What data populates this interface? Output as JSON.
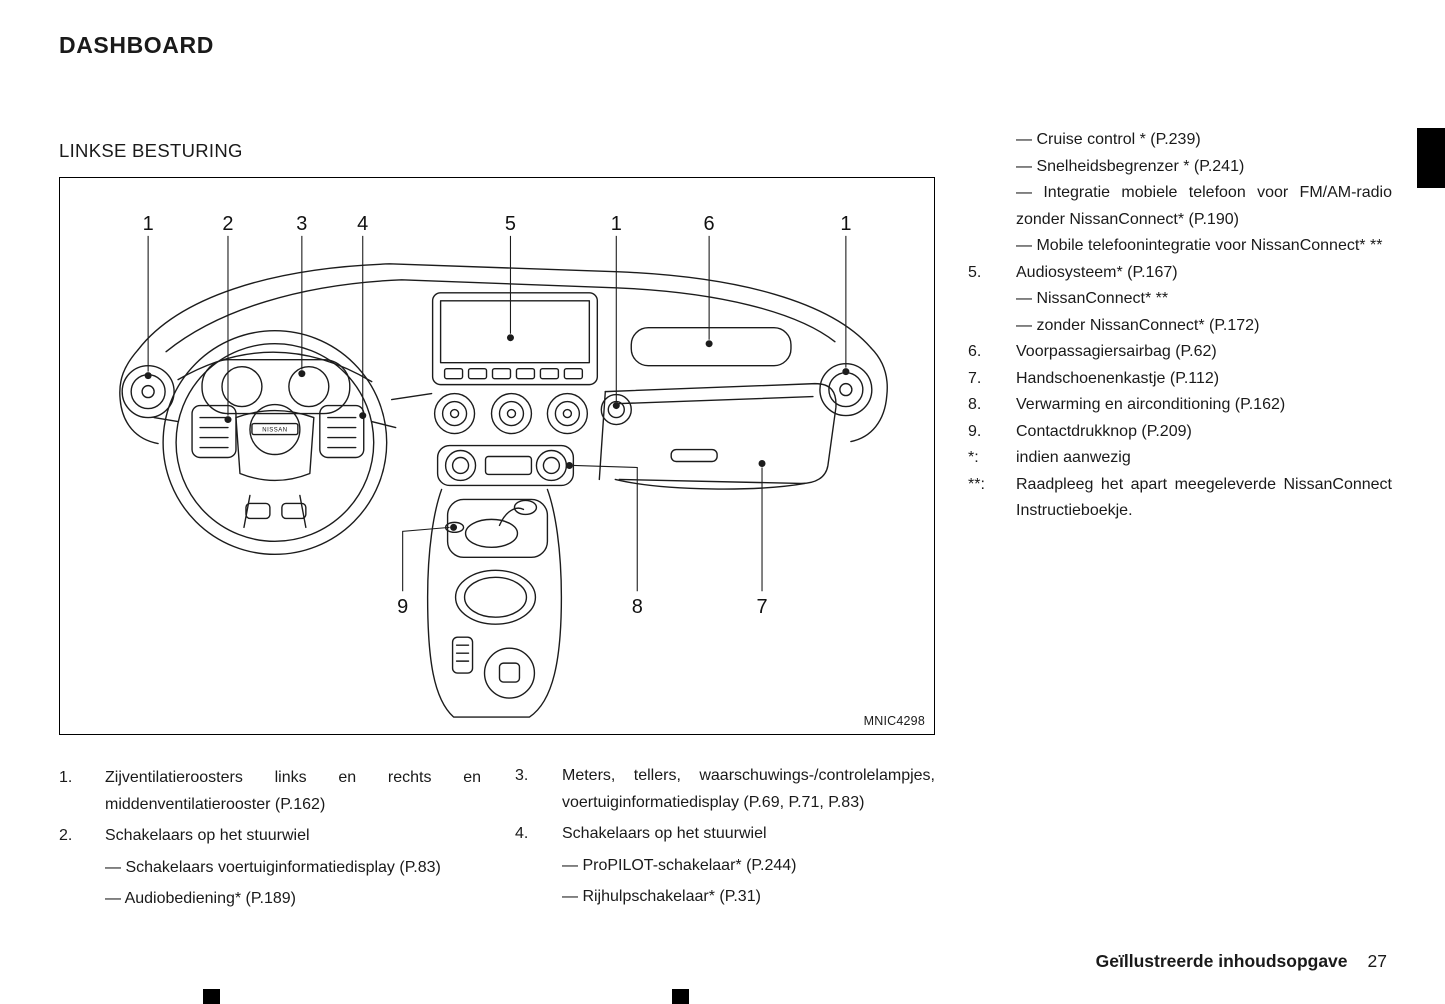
{
  "page": {
    "title": "DASHBOARD",
    "section_heading": "LINKSE BESTURING",
    "footer_label": "Geïllustreerde inhoudsopgave",
    "footer_page": "27"
  },
  "figure": {
    "code": "MNIC4298",
    "wheel_badge": "NISSAN",
    "callouts": [
      "1",
      "2",
      "3",
      "4",
      "5",
      "1",
      "6",
      "1",
      "9",
      "8",
      "7"
    ]
  },
  "right_list": {
    "items": [
      {
        "marker": "",
        "text": "— Cruise control * (P.239)"
      },
      {
        "marker": "",
        "text": "— Snelheidsbegrenzer * (P.241)"
      },
      {
        "marker": "",
        "text": "— Integratie mobiele telefoon voor FM/AM-radio zonder NissanConnect* (P.190)"
      },
      {
        "marker": "",
        "text": "— Mobile telefoonintegratie voor NissanConnect* **"
      },
      {
        "marker": "5.",
        "text": "Audiosysteem* (P.167)"
      },
      {
        "marker": "",
        "text": "— NissanConnect* **"
      },
      {
        "marker": "",
        "text": "— zonder NissanConnect* (P.172)"
      },
      {
        "marker": "6.",
        "text": "Voorpassagiersairbag (P.62)"
      },
      {
        "marker": "7.",
        "text": "Handschoenenkastje (P.112)"
      },
      {
        "marker": "8.",
        "text": "Verwarming en airconditioning (P.162)"
      },
      {
        "marker": "9.",
        "text": "Contactdrukknop (P.209)"
      },
      {
        "marker": "*:",
        "text": "indien aanwezig"
      },
      {
        "marker": "**:",
        "text": "Raadpleeg het apart meegeleverde NissanConnect Instructieboekje."
      }
    ]
  },
  "bottom_left": {
    "items": [
      {
        "marker": "1.",
        "text": "Zijventilatieroosters links en rechts en middenventilatierooster (P.162)"
      },
      {
        "marker": "2.",
        "text": "Schakelaars op het stuurwiel"
      },
      {
        "marker": "",
        "text": "— Schakelaars voertuiginformatiedisplay (P.83)"
      },
      {
        "marker": "",
        "text": "— Audiobediening* (P.189)"
      }
    ]
  },
  "bottom_right": {
    "items": [
      {
        "marker": "3.",
        "text": "Meters, tellers, waarschuwings-/controlelampjes, voertuiginformatiedisplay (P.69, P.71, P.83)"
      },
      {
        "marker": "4.",
        "text": "Schakelaars op het stuurwiel"
      },
      {
        "marker": "",
        "text": "— ProPILOT-schakelaar* (P.244)"
      },
      {
        "marker": "",
        "text": "— Rijhulpschakelaar* (P.31)"
      }
    ]
  }
}
